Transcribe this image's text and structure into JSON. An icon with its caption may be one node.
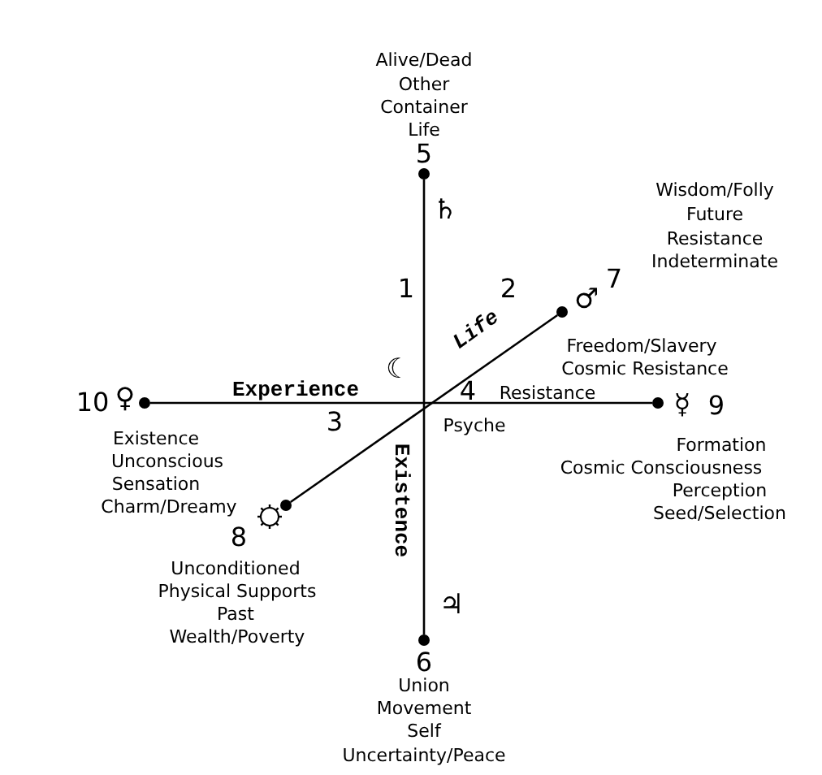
{
  "diagram": {
    "nodes": [
      {
        "text": [
          "Alive/Dead",
          "Other",
          "Container",
          "Life",
          "5"
        ],
        "beside": [
          "♄"
        ]
      },
      {
        "text": [
          "7",
          "Wisdom/Folly",
          "Future",
          "Resistance",
          "Indeterminate"
        ],
        "beside": [
          "♂"
        ]
      },
      {
        "text": [
          "10",
          "Existence",
          "Unconscious",
          "Sensation",
          "Charm/Dreamy"
        ],
        "beside": [
          "♀"
        ]
      },
      {
        "text": [
          "9",
          "Formation",
          "Cosmic Consciousness",
          "Perception",
          "Seed/Selection"
        ],
        "beside": [
          "☿"
        ]
      },
      {
        "text": [
          "8",
          "Unconditioned",
          "Physical Supports",
          "Past",
          "Wealth/Poverty"
        ]
      },
      {
        "text": [
          "6",
          "Union",
          "Movement",
          "Self",
          "Uncertainty/Peace"
        ],
        "beside": [
          "♃"
        ]
      }
    ],
    "edges": [
      {
        "from": 0,
        "to": 5,
        "arrow": "none",
        "label": "Existence"
      },
      {
        "from": 2,
        "to": 3,
        "arrow": "none",
        "label": "Experience"
      },
      {
        "from": 4,
        "to": 1,
        "arrow": "none",
        "label": "Life"
      }
    ],
    "labels": [
      "1",
      "2",
      "☾",
      "Freedom/Slavery",
      "Cosmic Resistance",
      "4",
      "Resistance",
      "3",
      "Psyche"
    ]
  }
}
